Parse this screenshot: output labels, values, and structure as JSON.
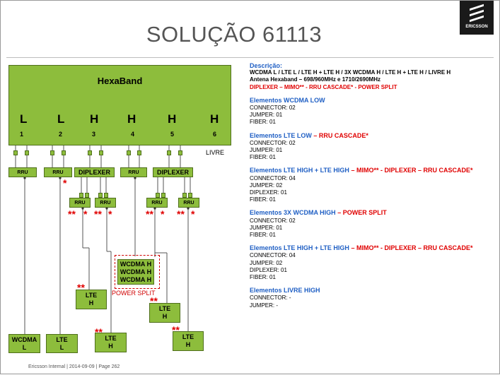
{
  "title": "SOLUÇÃO 61113",
  "logo": {
    "text": "ERICSSON"
  },
  "diagram": {
    "antenna_label": "HexaBand",
    "bands": [
      "L",
      "L",
      "H",
      "H",
      "H",
      "H"
    ],
    "ports": [
      "1",
      "2",
      "3",
      "4",
      "5",
      "6"
    ],
    "livre": "LIVRE",
    "rru_label": "RRU",
    "diplexer_label": "DIPLEXER",
    "single_star": "*",
    "double_star": "**",
    "wcdma_h": "WCDMA H",
    "power_split": "POWER SPLIT",
    "leaves": {
      "wcdma_l": [
        "WCDMA",
        "L"
      ],
      "lte_l": [
        "LTE",
        "L"
      ],
      "lte_h": [
        "LTE",
        "H"
      ]
    }
  },
  "info": {
    "descricao": {
      "heading": "Descrição:",
      "line1": "WCDMA L / LTE L / LTE H + LTE H / 3X WCDMA H / LTE H + LTE H / LIVRE H",
      "line2": "Antena Hexaband – 698/960MHz  e  1710/2690MHz",
      "line3": "DIPLEXER – MIMO** - RRU CASCADE* - POWER SPLIT"
    },
    "sections": [
      {
        "heading_blue": "Elementos WCDMA LOW",
        "heading_red": "",
        "lines": [
          "CONNECTOR: 02",
          "JUMPER: 01",
          "FIBER: 01"
        ]
      },
      {
        "heading_blue": "Elementos LTE LOW",
        "heading_red": " – RRU CASCADE*",
        "lines": [
          "CONNECTOR: 02",
          "JUMPER: 01",
          "FIBER: 01"
        ]
      },
      {
        "heading_blue": "Elementos LTE HIGH + LTE HIGH",
        "heading_red": " – MIMO** - DIPLEXER – RRU CASCADE*",
        "lines": [
          "CONNECTOR: 04",
          "JUMPER: 02",
          "DIPLEXER: 01",
          "FIBER: 01"
        ]
      },
      {
        "heading_blue": "Elementos 3X WCDMA HIGH",
        "heading_red": " – POWER SPLIT",
        "lines": [
          "CONNECTOR: 02",
          "JUMPER: 01",
          "FIBER: 01"
        ]
      },
      {
        "heading_blue": "Elementos LTE HIGH + LTE HIGH",
        "heading_red": " – MIMO** - DIPLEXER – RRU CASCADE*",
        "lines": [
          "CONNECTOR: 04",
          "JUMPER: 02",
          "DIPLEXER: 01",
          "FIBER: 01"
        ]
      },
      {
        "heading_blue": "Elementos LIVRE HIGH",
        "heading_red": "",
        "lines": [
          "CONNECTOR: -",
          "JUMPER: -"
        ]
      }
    ]
  },
  "footer": "Ericsson Internal  |  2014-09-09  |  Page 262"
}
